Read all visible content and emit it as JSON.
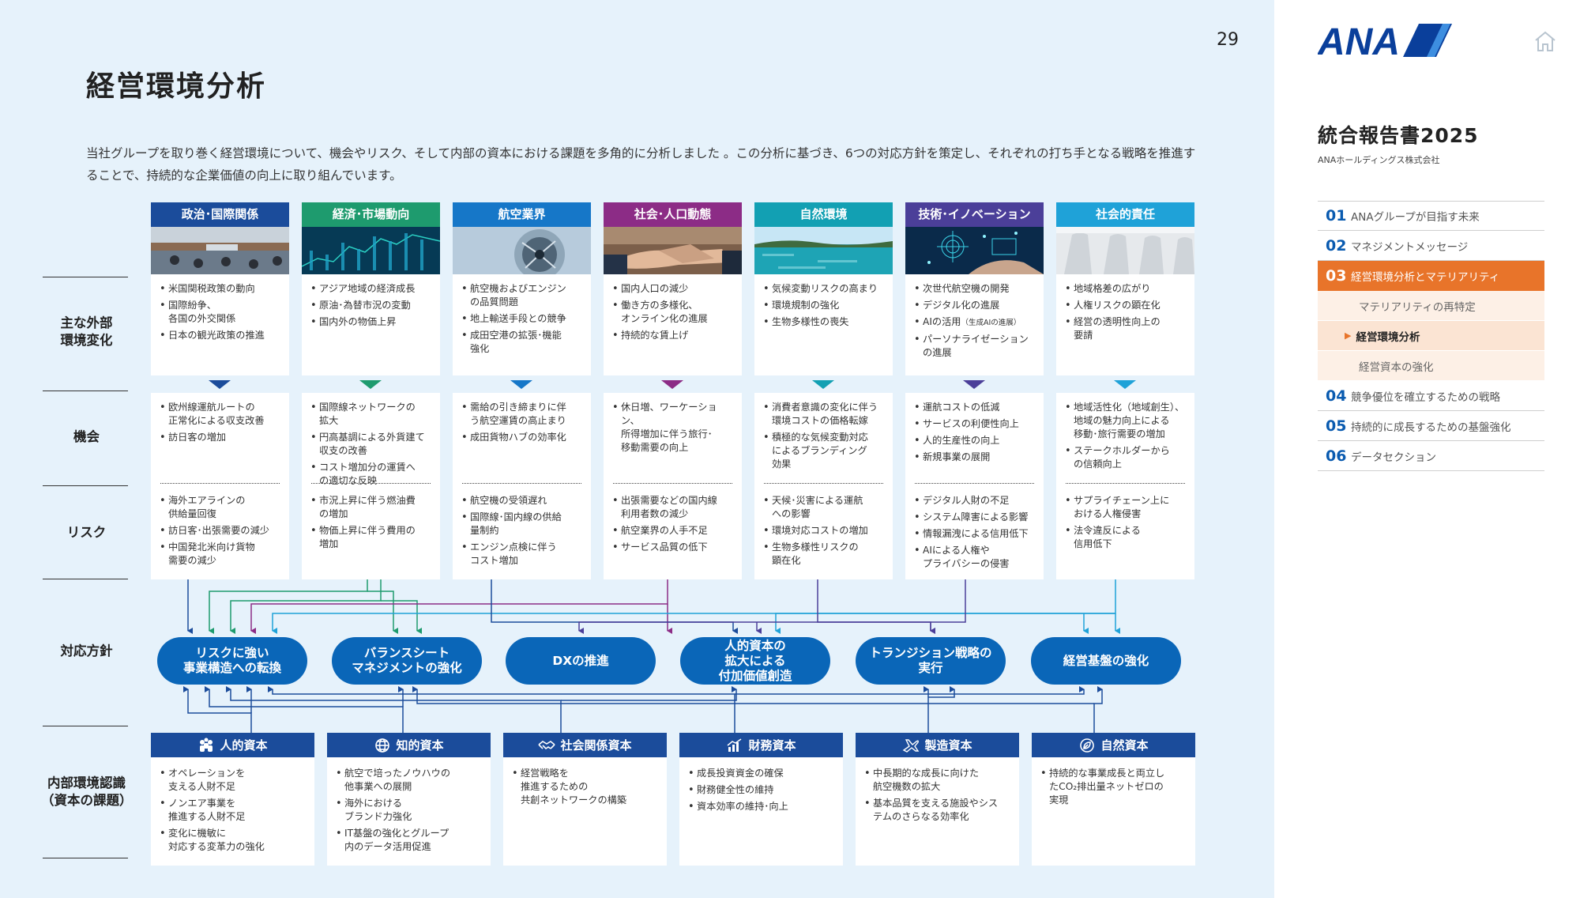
{
  "page": {
    "number": "29",
    "title": "経営環境分析",
    "intro": "当社グループを取り巻く経営環境について、機会やリスク、そして内部の資本における課題を多角的に分析しました 。この分析に基づき、6つの対応方針を策定し、それぞれの打ち手となる戦略を推進することで、持続的な企業価値の向上に取り組んでいます。"
  },
  "row_labels": {
    "external": "主な外部\n環境変化",
    "opportunity": "機会",
    "risk": "リスク",
    "policy": "対応方針",
    "internal": "内部環境認識\n（資本の課題）"
  },
  "categories": [
    {
      "title": "政治･国際関係",
      "color": "#1b4c9b",
      "image": "conference-hall-photo",
      "changes": [
        "米国関税政策の動向",
        "国際紛争、\n各国の外交関係",
        "日本の観光政策の推進"
      ],
      "opportunities": [
        "欧州線運航ルートの\n正常化による収支改善",
        "訪日客の増加"
      ],
      "risks": [
        "海外エアラインの\n供給量回復",
        "訪日客･出張需要の減少",
        "中国発北米向け貨物\n需要の減少"
      ]
    },
    {
      "title": "経済･市場動向",
      "color": "#1e9b6e",
      "image": "stock-chart-photo",
      "changes": [
        "アジア地域の経済成長",
        "原油･為替市況の変動",
        "国内外の物価上昇"
      ],
      "opportunities": [
        "国際線ネットワークの\n拡大",
        "円高基調による外貨建て\n収支の改善",
        "コスト増加分の運賃へ\nの適切な反映"
      ],
      "risks": [
        "市況上昇に伴う燃油費\nの増加",
        "物価上昇に伴う費用の\n増加"
      ]
    },
    {
      "title": "航空業界",
      "color": "#1677c8",
      "image": "jet-engine-photo",
      "changes": [
        "航空機およびエンジン\nの品質問題",
        "地上輸送手段との競争",
        "成田空港の拡張･機能\n強化"
      ],
      "opportunities": [
        "需給の引き締まりに伴\nう航空運賃の高止まり",
        "成田貨物ハブの効率化"
      ],
      "risks": [
        "航空機の受領遅れ",
        "国際線･国内線の供給\n量制約",
        "エンジン点検に伴う\nコスト増加"
      ]
    },
    {
      "title": "社会･人口動態",
      "color": "#8c2c86",
      "image": "handshake-photo",
      "changes": [
        "国内人口の減少",
        "働き方の多様化、\nオンライン化の進展",
        "持続的な賃上げ"
      ],
      "opportunities": [
        "休日増、ワーケーション、\n所得増加に伴う旅行･\n移動需要の向上"
      ],
      "risks": [
        "出張需要などの国内線\n利用者数の減少",
        "航空業界の人手不足",
        "サービス品質の低下"
      ]
    },
    {
      "title": "自然環境",
      "color": "#12a0b3",
      "image": "lake-photo",
      "changes": [
        "気候変動リスクの高まり",
        "環境規制の強化",
        "生物多様性の喪失"
      ],
      "opportunities": [
        "消費者意識の変化に伴う\n環境コストの価格転嫁",
        "積極的な気候変動対応\nによるブランディング\n効果"
      ],
      "risks": [
        "天候･災害による運航\nへの影響",
        "環境対応コストの増加",
        "生物多様性リスクの\n顕在化"
      ]
    },
    {
      "title": "技術･イノベーション",
      "color": "#4b3f99",
      "image": "digital-tech-photo",
      "changes": [
        "次世代航空機の開発",
        "デジタル化の進展",
        "AIの活用（生成AIの進展）",
        "パーソナライゼーション\nの進展"
      ],
      "opportunities": [
        "運航コストの低減",
        "サービスの利便性向上",
        "人的生産性の向上",
        "新規事業の展開"
      ],
      "risks": [
        "デジタル人財の不足",
        "システム障害による影響",
        "情報漏洩による信用低下",
        "AIによる人権や\nプライバシーの侵害"
      ]
    },
    {
      "title": "社会的責任",
      "color": "#1fa2d8",
      "image": "aircraft-seats-photo",
      "changes": [
        "地域格差の広がり",
        "人権リスクの顕在化",
        "経営の透明性向上の\n要請"
      ],
      "opportunities": [
        "地域活性化（地域創生）、\n地域の魅力向上による\n移動･旅行需要の増加",
        "ステークホルダーから\nの信頼向上"
      ],
      "risks": [
        "サプライチェーン上に\nおける人権侵害",
        "法令違反による\n信用低下"
      ]
    }
  ],
  "strategies": [
    "リスクに強い\n事業構造への転換",
    "バランスシート\nマネジメントの強化",
    "DXの推進",
    "人的資本の\n拡大による\n付加価値創造",
    "トランジション戦略の\n実行",
    "経営基盤の強化"
  ],
  "capitals": [
    {
      "title": "人的資本",
      "icon": "people-icon",
      "items": [
        "オペレーションを\n支える人財不足",
        "ノンエア事業を\n推進する人財不足",
        "変化に機敏に\n対応する変革力の強化"
      ]
    },
    {
      "title": "知的資本",
      "icon": "globe-icon",
      "items": [
        "航空で培ったノウハウの\n他事業への展開",
        "海外における\nブランド力強化",
        "IT基盤の強化とグループ\n内のデータ活用促進"
      ]
    },
    {
      "title": "社会関係資本",
      "icon": "handshake-icon",
      "items": [
        "経営戦略を\n推進するための\n共創ネットワークの構築"
      ]
    },
    {
      "title": "財務資本",
      "icon": "finance-chart-icon",
      "items": [
        "成長投資資金の確保",
        "財務健全性の維持",
        "資本効率の維持･向上"
      ]
    },
    {
      "title": "製造資本",
      "icon": "airplane-icon",
      "items": [
        "中長期的な成長に向けた\n航空機数の拡大",
        "基本品質を支える施設やシス\nテムのさらなる効率化"
      ]
    },
    {
      "title": "自然資本",
      "icon": "leaf-circle-icon",
      "items": [
        "持続的な事業成長と両立し\nたCO₂排出量ネットゼロの\n実現"
      ]
    }
  ],
  "sidebar": {
    "logo": "ANA",
    "report_title": "統合報告書2025",
    "company": "ANAホールディングス株式会社",
    "nav": [
      {
        "num": "01",
        "label": "ANAグループが目指す未来"
      },
      {
        "num": "02",
        "label": "マネジメントメッセージ"
      },
      {
        "num": "03",
        "label": "経営環境分析とマテリアリティ",
        "active": true,
        "subs": [
          "マテリアリティの再特定",
          "経営環境分析",
          "経営資本の強化"
        ],
        "current_sub": 1
      },
      {
        "num": "04",
        "label": "競争優位を確立するための戦略"
      },
      {
        "num": "05",
        "label": "持続的に成長するための基盤強化"
      },
      {
        "num": "06",
        "label": "データセクション"
      }
    ]
  },
  "colors": {
    "background": "#e6f2fb",
    "strategy": "#0a66b8",
    "capital": "#1b4c9b",
    "active_nav": "#e8742a",
    "accent_blue": "#0a5bb0"
  }
}
